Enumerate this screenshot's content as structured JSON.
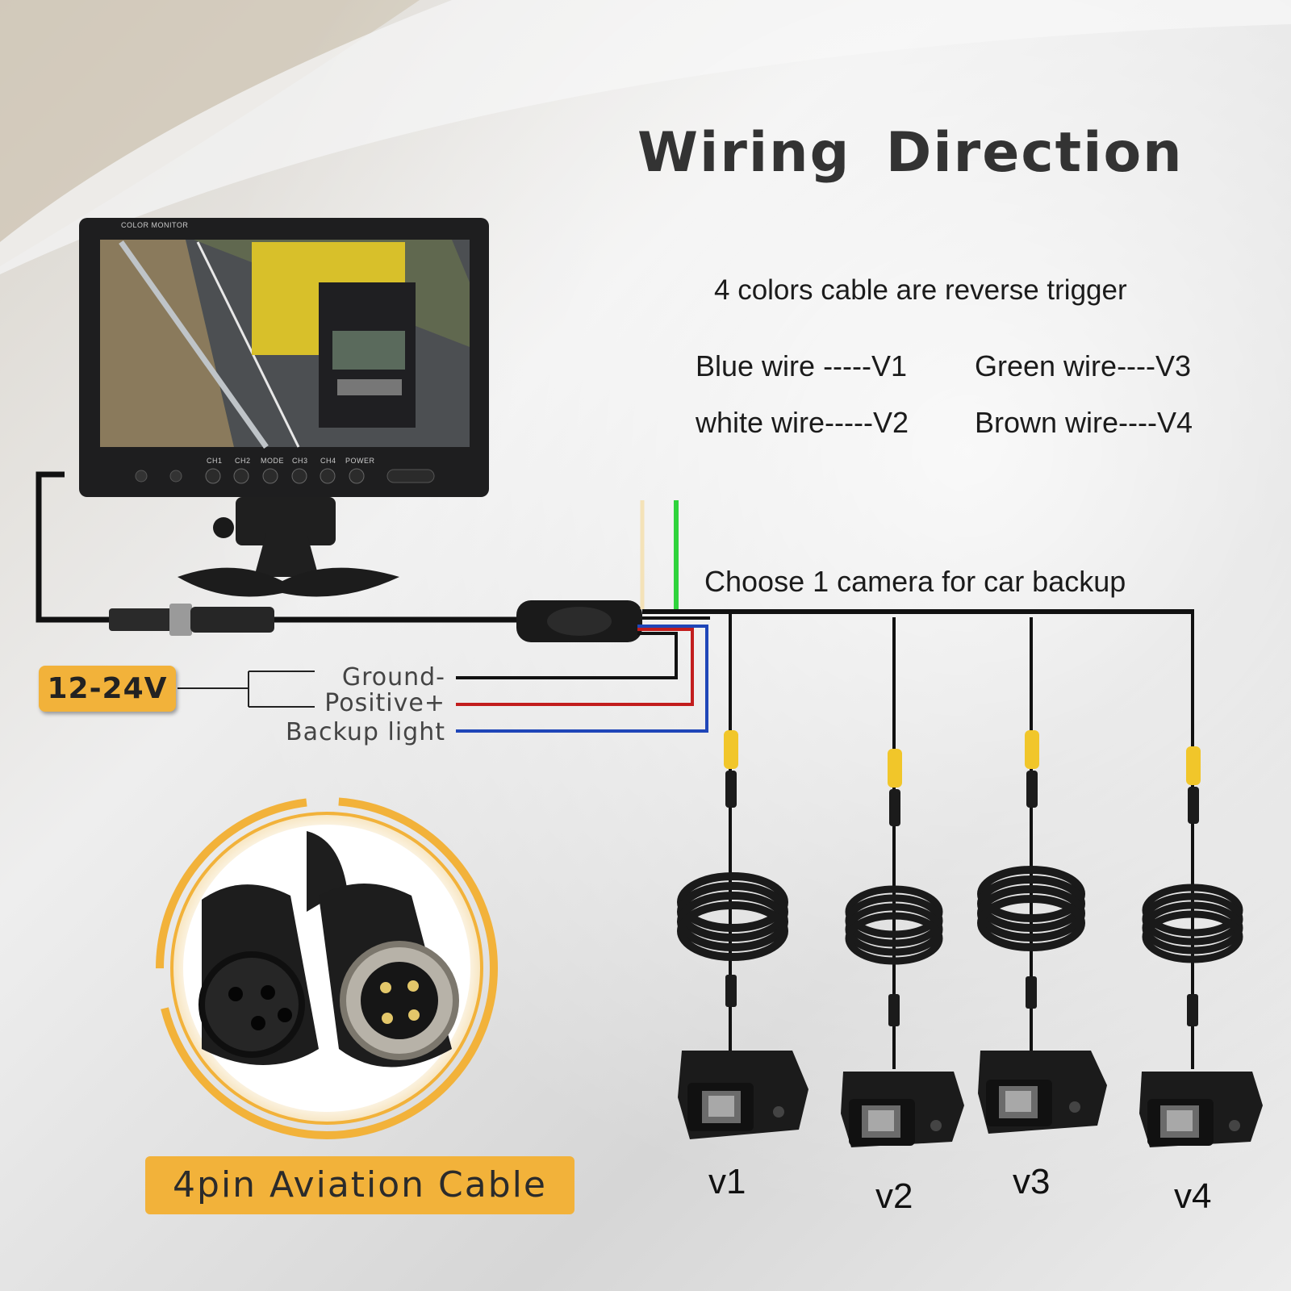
{
  "title": "Wiring  Direction",
  "subtitle": "4 colors cable are reverse trigger",
  "wires": [
    {
      "label": "Blue wire -----",
      "channel": "V1",
      "color": "#1f46b8"
    },
    {
      "label": "white wire-----",
      "channel": "V2",
      "color": "#f4e2b8"
    },
    {
      "label": "Green wire----",
      "channel": "V3",
      "color": "#2fd33c"
    },
    {
      "label": "Brown wire----",
      "channel": "V4",
      "color": "#7a4a22"
    }
  ],
  "backup_note": "Choose 1 camera for car backup",
  "power": {
    "voltage": "12-24V",
    "leads": [
      {
        "label": "Ground-",
        "color": "#111111"
      },
      {
        "label": "Positive+",
        "color": "#c21d1d"
      },
      {
        "label": "Backup light",
        "color": "#1f46b8"
      }
    ]
  },
  "monitor": {
    "brand": "COLOR MONITOR",
    "buttons": [
      "CH1",
      "CH2",
      "MODE",
      "CH3",
      "CH4",
      "POWER"
    ]
  },
  "connector_caption": "4pin Aviation Cable",
  "cameras": [
    {
      "label": "v1"
    },
    {
      "label": "v2"
    },
    {
      "label": "v3"
    },
    {
      "label": "v4"
    }
  ],
  "colors": {
    "accent": "#f2b23a",
    "background": "#e6e6e6"
  }
}
